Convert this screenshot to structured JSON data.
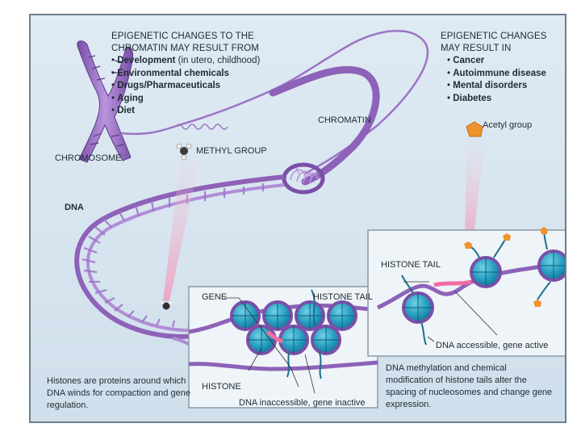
{
  "left_header": {
    "title_line1": "EPIGENETIC CHANGES TO THE",
    "title_line2": "CHROMATIN MAY RESULT FROM",
    "items": [
      {
        "bold": "Development",
        "rest": " (in utero, childhood)"
      },
      {
        "bold": "Environmental chemicals",
        "rest": ""
      },
      {
        "bold": "Drugs/Pharmaceuticals",
        "rest": ""
      },
      {
        "bold": "Aging",
        "rest": ""
      },
      {
        "bold": "Diet",
        "rest": ""
      }
    ]
  },
  "right_header": {
    "title_line1": "EPIGENETIC CHANGES",
    "title_line2": "MAY RESULT IN",
    "items": [
      "Cancer",
      "Autoimmune disease",
      "Mental disorders",
      "Diabetes"
    ]
  },
  "labels": {
    "chromosome": "CHROMOSOME",
    "chromatin": "CHROMATIN",
    "methyl_group": "METHYL GROUP",
    "acetyl_group": "Acetyl group",
    "dna": "DNA",
    "gene": "GENE",
    "histone_tail_left": "HISTONE TAIL",
    "histone_tail_right": "HISTONE TAIL",
    "histone": "HISTONE",
    "inactive": "DNA inaccessible, gene inactive",
    "active": "DNA accessible, gene active"
  },
  "captions": {
    "histones": "Histones are proteins around which DNA winds for compaction and gene regulation.",
    "methylation": "DNA methylation and chemical modification of histone tails alter the spacing of nucleosomes and change gene expression."
  },
  "colors": {
    "chromatin_purple": "#8e62b8",
    "histone_teal": "#2aa3c2",
    "methyl_pink": "#f2b8cf",
    "acetyl_orange": "#f0932f"
  }
}
